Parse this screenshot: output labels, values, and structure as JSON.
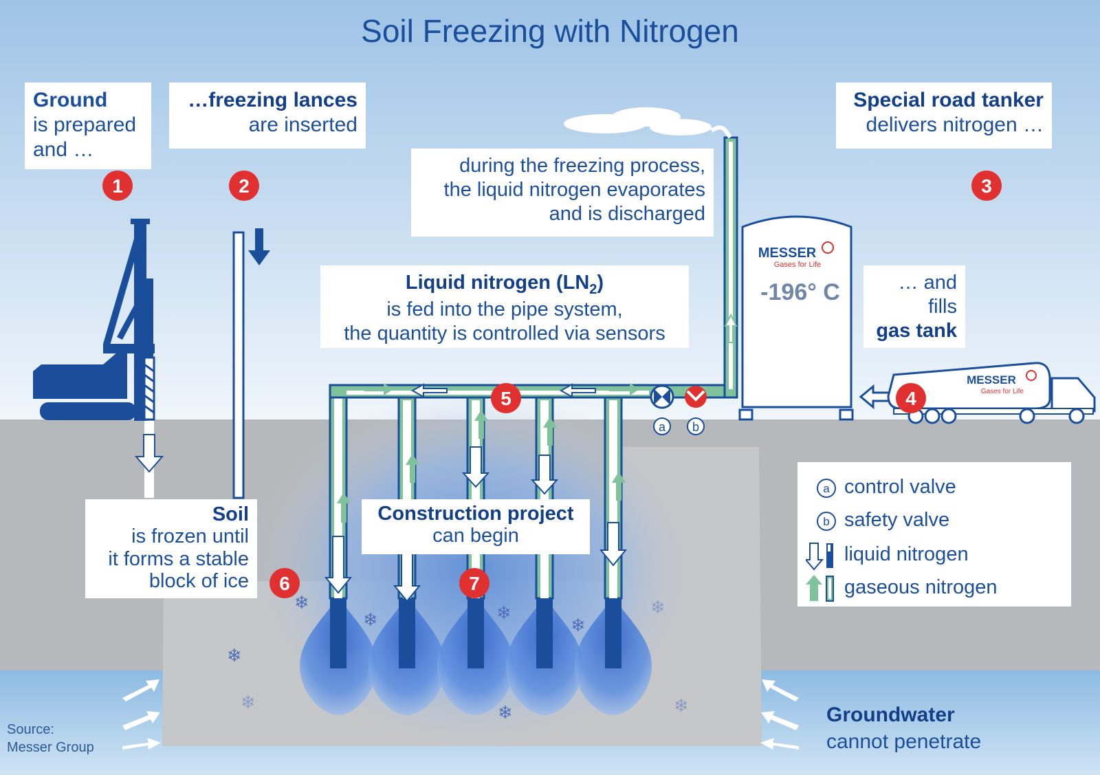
{
  "title": "Soil Freezing with Nitrogen",
  "steps": {
    "s1": {
      "head": "Ground",
      "line1": "is prepared",
      "line2": "and …",
      "num": "1"
    },
    "s2": {
      "head": "…freezing lances",
      "line1": "are inserted",
      "num": "2"
    },
    "s3": {
      "head": "Special road tanker",
      "line1": "delivers nitrogen …",
      "num": "3"
    },
    "s4": {
      "line1": "… and",
      "line2": "fills",
      "head": "gas tank",
      "num": "4"
    },
    "s5": {
      "head": "Liquid nitrogen (LN",
      "sub": "2",
      "head_end": ")",
      "line1": "is fed into the pipe system,",
      "line2": "the quantity is controlled via sensors",
      "num": "5"
    },
    "s6": {
      "head": "Soil",
      "line1": "is frozen until",
      "line2": "it forms a stable",
      "line3": "block of ice",
      "num": "6"
    },
    "s7": {
      "head": "Construction project",
      "line1": "can begin",
      "num": "7"
    }
  },
  "evaporation": {
    "line1": "during the freezing process,",
    "line2": "the liquid nitrogen evaporates",
    "line3": "and is discharged"
  },
  "tank": {
    "brand": "MESSER",
    "slogan": "Gases for Life",
    "temperature": "-196° C"
  },
  "truck": {
    "brand": "MESSER",
    "slogan": "Gases for Life"
  },
  "valves": {
    "a": "a",
    "b": "b"
  },
  "legend": {
    "items": [
      {
        "key": "a",
        "label": "control valve"
      },
      {
        "key": "b",
        "label": "safety valve"
      },
      {
        "key": "",
        "label": "liquid nitrogen"
      },
      {
        "key": "",
        "label": "gaseous nitrogen"
      }
    ]
  },
  "groundwater": {
    "head": "Groundwater",
    "line1": "cannot penetrate"
  },
  "source": {
    "line1": "Source:",
    "line2": "Messer Group"
  },
  "colors": {
    "sky_top": "#9ec3e6",
    "sky_bottom": "#eef5fb",
    "ground": "#b9bcbf",
    "water": "#7fb0dc",
    "brand_blue": "#1a4e9b",
    "red": "#e03030",
    "green_gas": "#7fc29b"
  }
}
